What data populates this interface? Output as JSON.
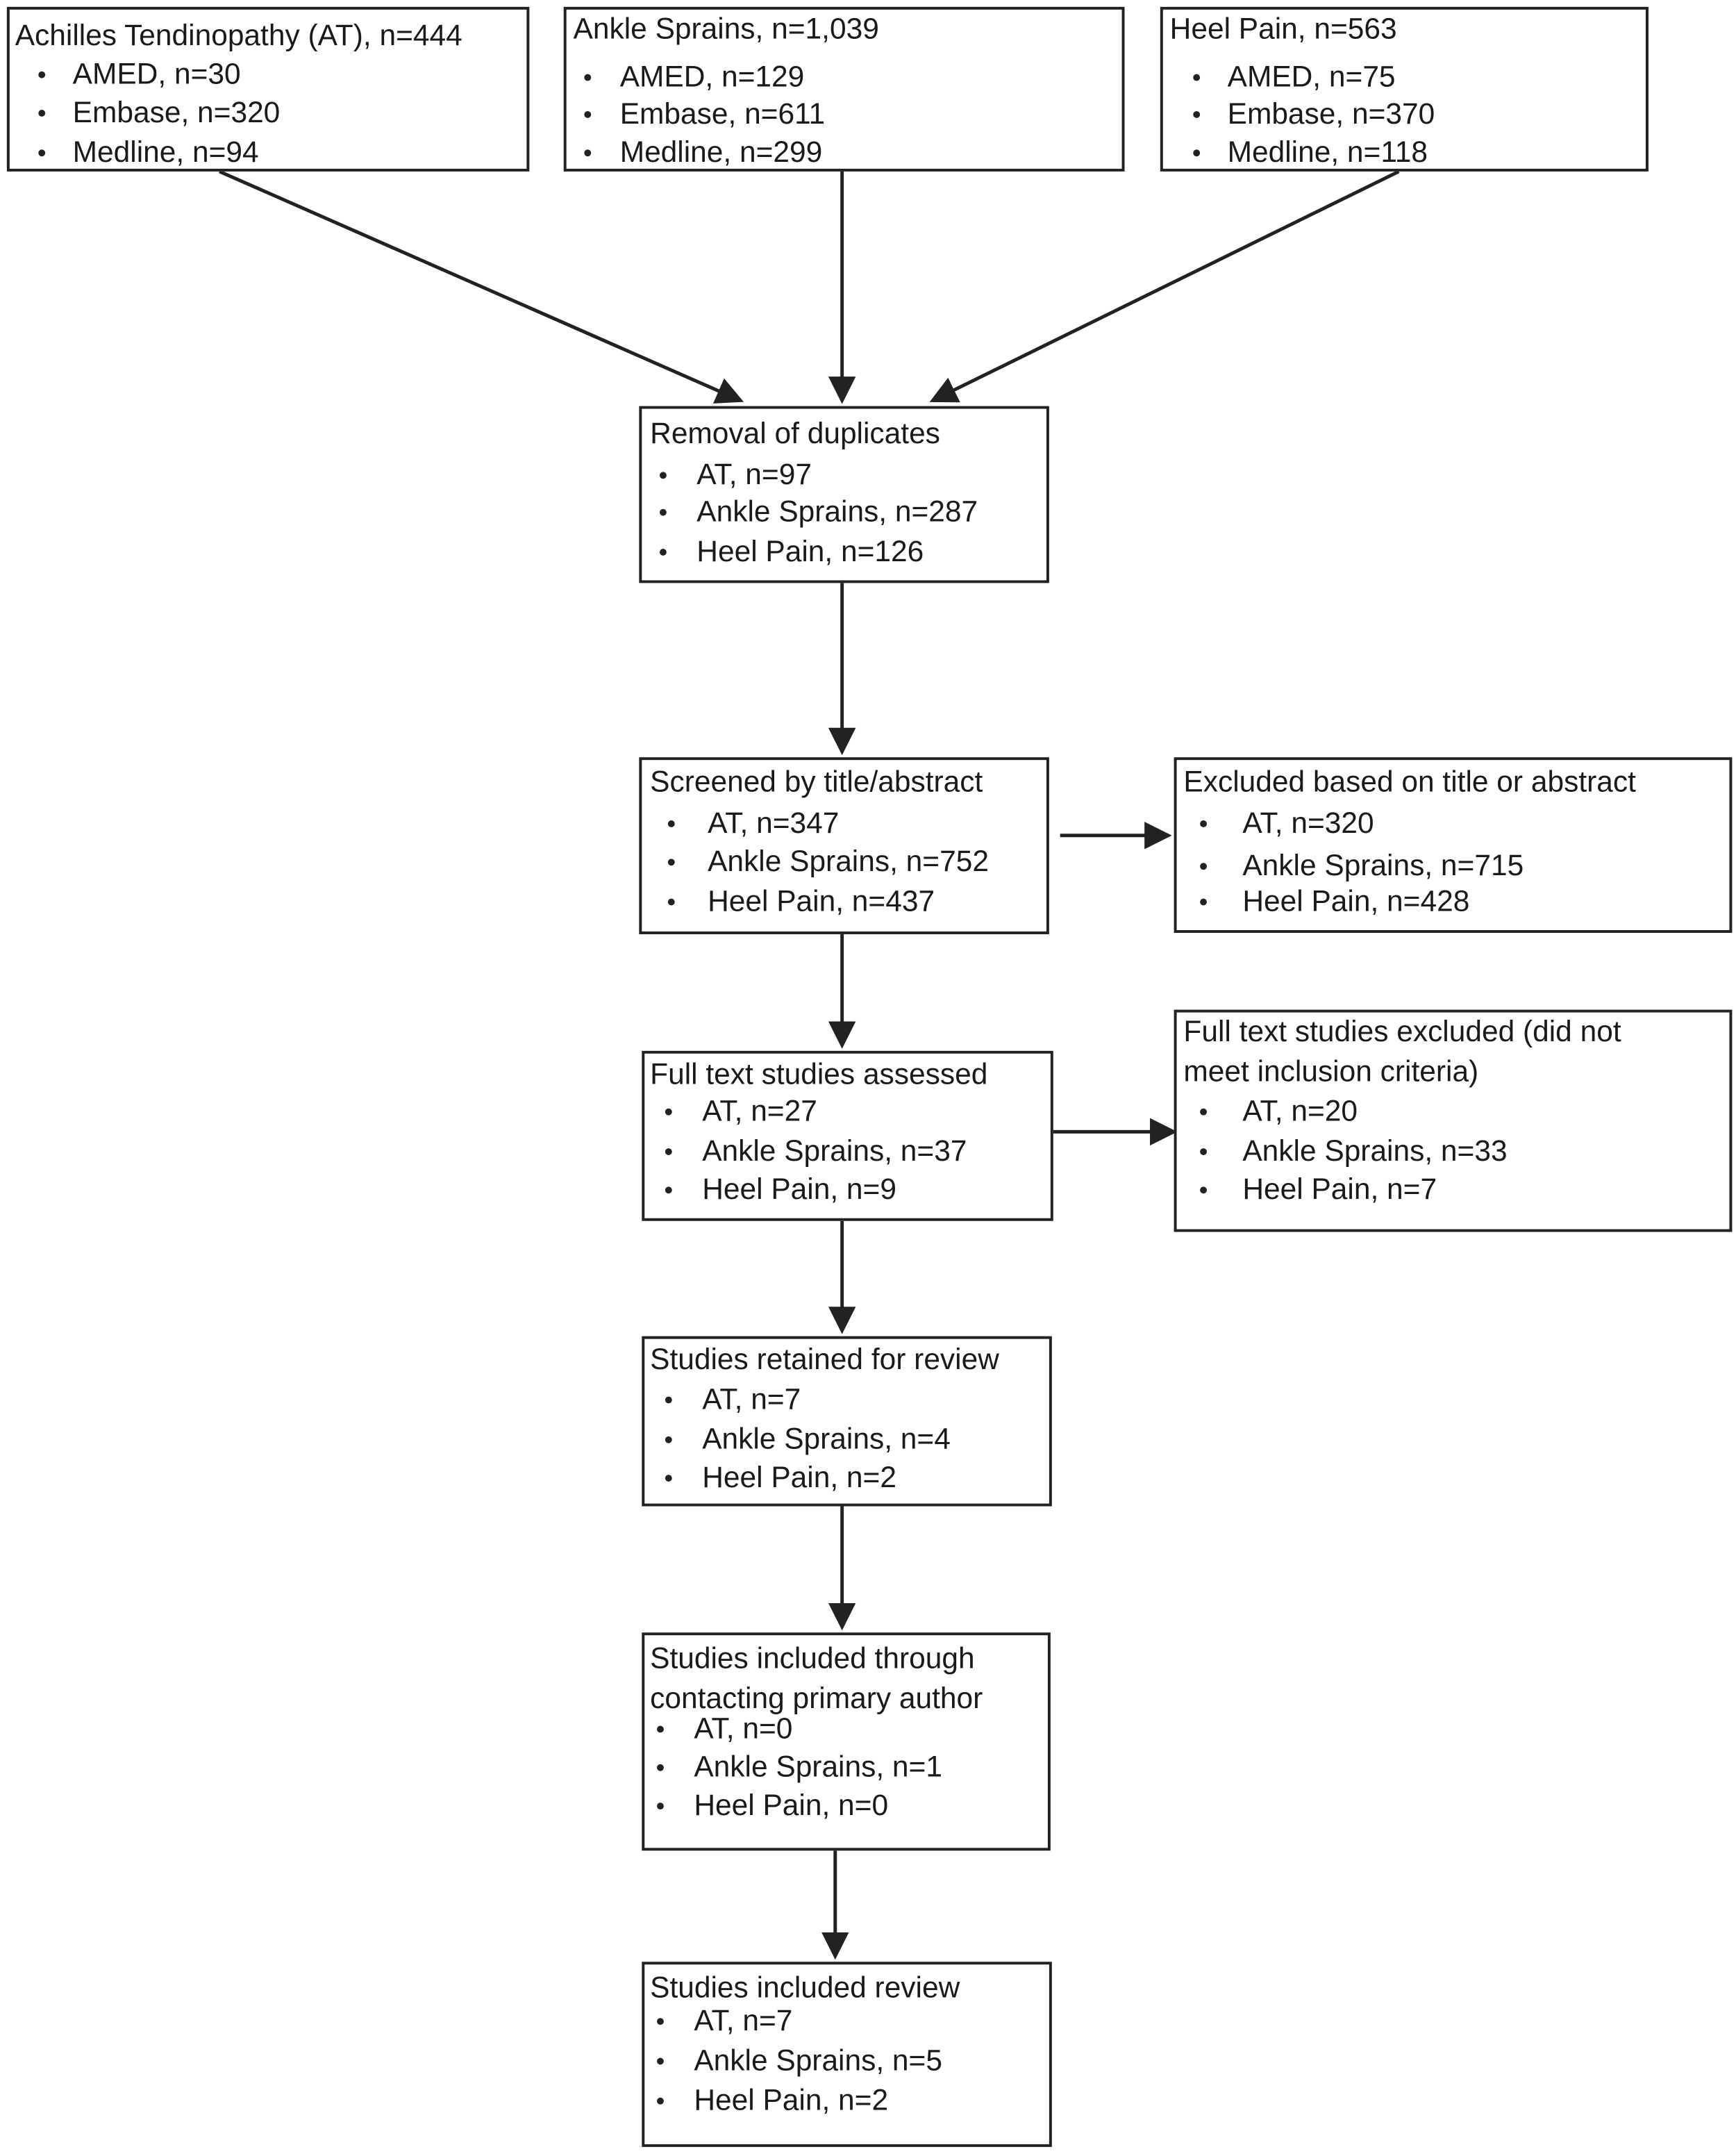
{
  "boxes": [
    {
      "id": "achilles-search",
      "title": [
        "Achilles Tendinopathy (AT), n=444"
      ],
      "items": [
        "AMED, n=30",
        "Embase, n=320",
        "Medline, n=94"
      ]
    },
    {
      "id": "ankle-search",
      "title": [
        "Ankle Sprains, n=1,039"
      ],
      "items": [
        "AMED, n=129",
        "Embase, n=611",
        "Medline, n=299"
      ]
    },
    {
      "id": "heel-search",
      "title": [
        "Heel Pain, n=563"
      ],
      "items": [
        "AMED, n=75",
        "Embase, n=370",
        "Medline, n=118"
      ]
    },
    {
      "id": "removal-duplicates",
      "title": [
        "Removal of duplicates"
      ],
      "items": [
        "AT, n=97",
        "Ankle Sprains, n=287",
        "Heel Pain, n=126"
      ]
    },
    {
      "id": "screened",
      "title": [
        "Screened by title/abstract"
      ],
      "items": [
        "AT, n=347",
        "Ankle Sprains, n=752",
        "Heel Pain, n=437"
      ]
    },
    {
      "id": "excluded-title-abstract",
      "title": [
        "Excluded based on title or abstract"
      ],
      "items": [
        "AT, n=320",
        "Ankle Sprains, n=715",
        "Heel Pain, n=428"
      ]
    },
    {
      "id": "full-text-assessed",
      "title": [
        "Full text studies assessed"
      ],
      "items": [
        "AT, n=27",
        "Ankle Sprains, n=37",
        "Heel Pain, n=9"
      ]
    },
    {
      "id": "full-text-excluded",
      "title": [
        "Full text studies excluded (did not",
        "meet inclusion criteria)"
      ],
      "items": [
        "AT, n=20",
        "Ankle Sprains, n=33",
        "Heel Pain, n=7"
      ]
    },
    {
      "id": "retained",
      "title": [
        "Studies retained for review"
      ],
      "items": [
        "AT, n=7",
        "Ankle Sprains, n=4",
        "Heel Pain, n=2"
      ]
    },
    {
      "id": "contacting-author",
      "title": [
        "Studies included through",
        "contacting primary author"
      ],
      "items": [
        "AT, n=0",
        "Ankle Sprains, n=1",
        "Heel Pain, n=0"
      ]
    },
    {
      "id": "included-review",
      "title": [
        "Studies included review"
      ],
      "items": [
        "AT, n=7",
        "Ankle Sprains, n=5",
        "Heel Pain, n=2"
      ]
    }
  ]
}
